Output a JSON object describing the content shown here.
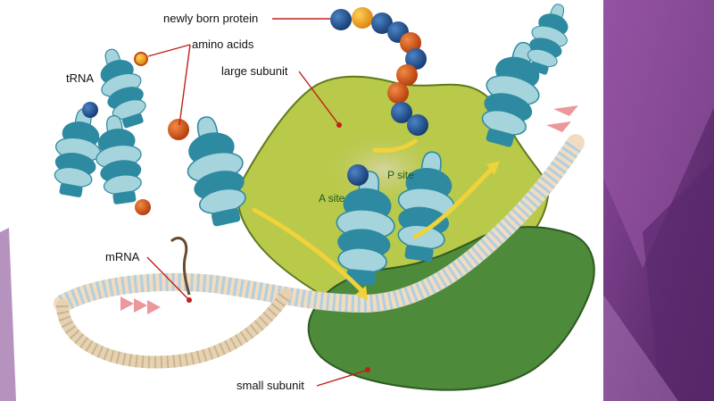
{
  "labels": {
    "newly_born_protein": "newly born protein",
    "amino_acids": "amino acids",
    "trna": "tRNA",
    "large_subunit": "large subunit",
    "p_site": "P site",
    "a_site": "A site",
    "mrna": "mRNA",
    "small_subunit": "small subunit"
  },
  "colors": {
    "large_subunit": "#b9c94a",
    "small_subunit": "#4d8a3a",
    "trna_light": "#a6d4dd",
    "trna_dark": "#2e8aa0",
    "amino_blue": "#1f4e8c",
    "amino_orange": "#e0551b",
    "amino_yellow": "#f2a012",
    "arrow_yellow": "#f0d23a",
    "leader_line": "#c0201a",
    "slide_purple": "#7a3a8a"
  },
  "icons": {
    "trna": "trna-molecule-icon",
    "amino_acid": "amino-acid-bead-icon",
    "direction": "chevron-right-icon"
  }
}
